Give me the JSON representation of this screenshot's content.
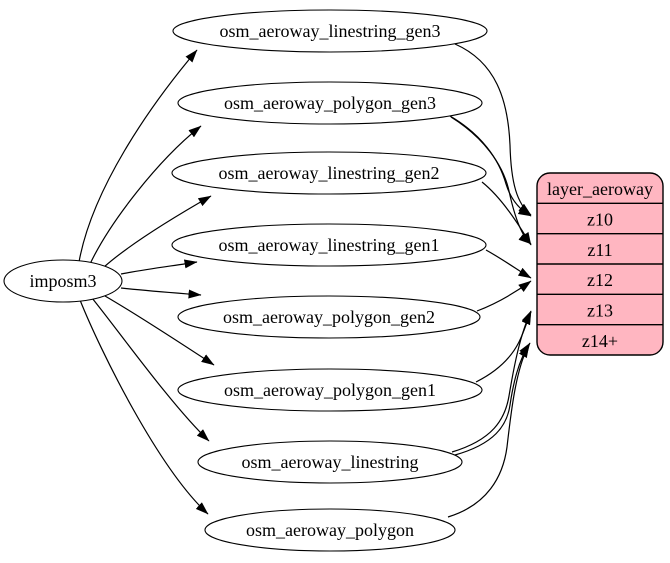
{
  "diagram": {
    "background_color": "#ffffff",
    "edge_color": "#000000",
    "source_node": {
      "id": "imposm3",
      "label": "imposm3",
      "fill_color": "#ffffff",
      "border_color": "#000000"
    },
    "table_nodes": [
      {
        "id": "osm_aeroway_linestring_gen3",
        "label": "osm_aeroway_linestring_gen3"
      },
      {
        "id": "osm_aeroway_polygon_gen3",
        "label": "osm_aeroway_polygon_gen3"
      },
      {
        "id": "osm_aeroway_linestring_gen2",
        "label": "osm_aeroway_linestring_gen2"
      },
      {
        "id": "osm_aeroway_linestring_gen1",
        "label": "osm_aeroway_linestring_gen1"
      },
      {
        "id": "osm_aeroway_polygon_gen2",
        "label": "osm_aeroway_polygon_gen2"
      },
      {
        "id": "osm_aeroway_polygon_gen1",
        "label": "osm_aeroway_polygon_gen1"
      },
      {
        "id": "osm_aeroway_linestring",
        "label": "osm_aeroway_linestring"
      },
      {
        "id": "osm_aeroway_polygon",
        "label": "osm_aeroway_polygon"
      }
    ],
    "table_node_style": {
      "fill_color": "#ffffff",
      "border_color": "#000000"
    },
    "layer_node": {
      "id": "layer_aeroway",
      "title": "layer_aeroway",
      "rows": [
        "z10",
        "z11",
        "z12",
        "z13",
        "z14+"
      ],
      "fill_color": "#ffb6c1",
      "border_color": "#000000"
    },
    "edges_source_to_tables": [
      {
        "from": "imposm3",
        "to": "osm_aeroway_linestring_gen3"
      },
      {
        "from": "imposm3",
        "to": "osm_aeroway_polygon_gen3"
      },
      {
        "from": "imposm3",
        "to": "osm_aeroway_linestring_gen2"
      },
      {
        "from": "imposm3",
        "to": "osm_aeroway_linestring_gen1"
      },
      {
        "from": "imposm3",
        "to": "osm_aeroway_polygon_gen2"
      },
      {
        "from": "imposm3",
        "to": "osm_aeroway_polygon_gen1"
      },
      {
        "from": "imposm3",
        "to": "osm_aeroway_linestring"
      },
      {
        "from": "imposm3",
        "to": "osm_aeroway_polygon"
      }
    ],
    "edges_tables_to_layer": [
      {
        "from": "osm_aeroway_linestring_gen3",
        "to": "z10"
      },
      {
        "from": "osm_aeroway_polygon_gen3",
        "to": "z10"
      },
      {
        "from": "osm_aeroway_polygon_gen3",
        "to": "z11"
      },
      {
        "from": "osm_aeroway_linestring_gen2",
        "to": "z11"
      },
      {
        "from": "osm_aeroway_linestring_gen1",
        "to": "z12"
      },
      {
        "from": "osm_aeroway_polygon_gen2",
        "to": "z12"
      },
      {
        "from": "osm_aeroway_polygon_gen1",
        "to": "z13"
      },
      {
        "from": "osm_aeroway_linestring",
        "to": "z13"
      },
      {
        "from": "osm_aeroway_linestring",
        "to": "z14+"
      },
      {
        "from": "osm_aeroway_polygon",
        "to": "z14+"
      }
    ]
  }
}
